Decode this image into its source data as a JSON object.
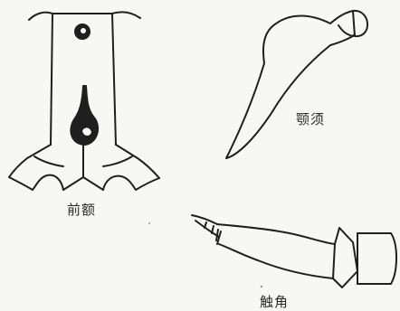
{
  "labels": {
    "frons": "前额",
    "mandible": "颚须",
    "antenna": "触角"
  },
  "colors": {
    "ink": "#1f1f1f",
    "paper": "#f7f7f5"
  }
}
